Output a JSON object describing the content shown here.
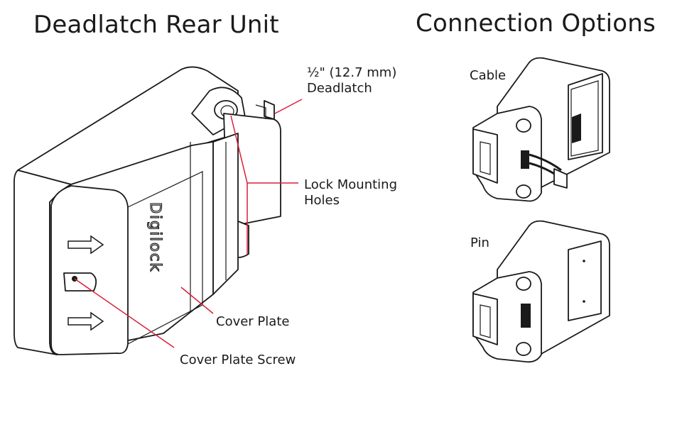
{
  "titles": {
    "left": "Deadlatch Rear Unit",
    "right": "Connection Options"
  },
  "callouts": {
    "deadlatch_line1": "½\" (12.7 mm)",
    "deadlatch_line2": "Deadlatch",
    "mounting_line1": "Lock Mounting",
    "mounting_line2": "Holes",
    "cover_plate": "Cover Plate",
    "cover_plate_screw": "Cover Plate Screw"
  },
  "options": {
    "cable": "Cable",
    "pin": "Pin"
  },
  "brand": "Digilock",
  "colors": {
    "callout_line": "#d81f3a",
    "outline": "#1a1a1a",
    "background": "#ffffff"
  }
}
